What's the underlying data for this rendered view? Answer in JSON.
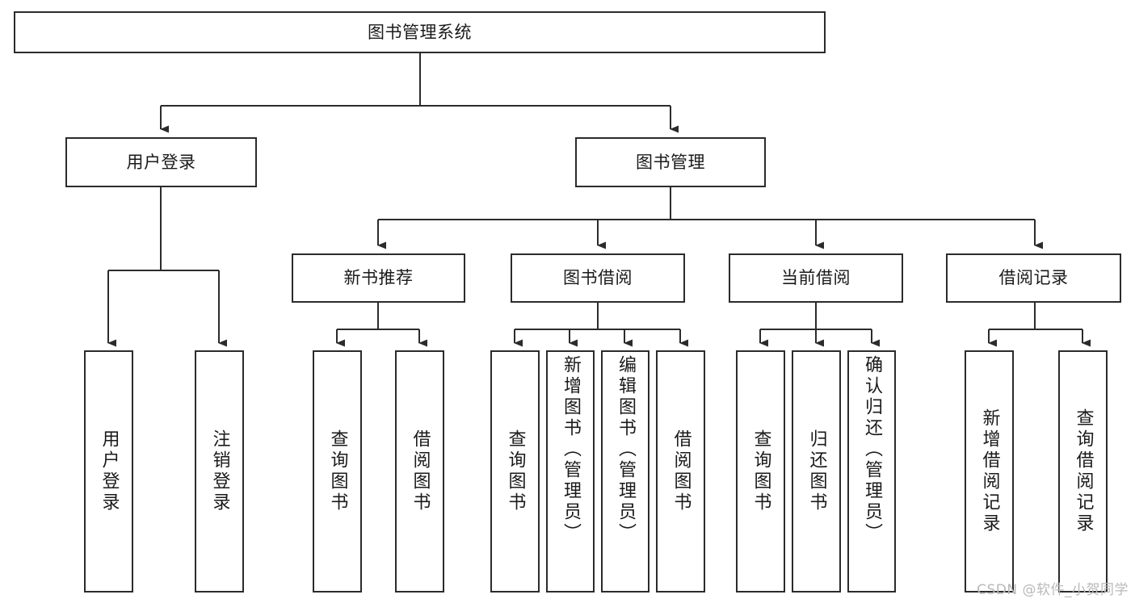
{
  "diagram": {
    "title": "图书管理系统",
    "type": "hierarchy-tree",
    "colors": {
      "box_border": "#2b2b2b",
      "box_fill": "#ffffff",
      "edge": "#2b2b2b",
      "background": "#ffffff",
      "watermark": "#b9b9b9"
    },
    "levels": [
      {
        "level": 0,
        "nodes": [
          {
            "id": "root",
            "label": "图书管理系统",
            "orientation": "horizontal"
          }
        ]
      },
      {
        "level": 1,
        "nodes": [
          {
            "id": "user-login",
            "label": "用户登录",
            "orientation": "horizontal",
            "parent": "root"
          },
          {
            "id": "book-manage",
            "label": "图书管理",
            "orientation": "horizontal",
            "parent": "root"
          }
        ]
      },
      {
        "level": 2,
        "nodes": [
          {
            "id": "new-book-rec",
            "label": "新书推荐",
            "orientation": "horizontal",
            "parent": "book-manage"
          },
          {
            "id": "book-borrow",
            "label": "图书借阅",
            "orientation": "horizontal",
            "parent": "book-manage"
          },
          {
            "id": "current-borrow",
            "label": "当前借阅",
            "orientation": "horizontal",
            "parent": "book-manage"
          },
          {
            "id": "borrow-record",
            "label": "借阅记录",
            "orientation": "horizontal",
            "parent": "book-manage"
          }
        ]
      },
      {
        "level": 3,
        "nodes": [
          {
            "id": "leaf-user-login",
            "label": "用户登录",
            "orientation": "vertical",
            "parent": "user-login"
          },
          {
            "id": "leaf-logout",
            "label": "注销登录",
            "orientation": "vertical",
            "parent": "user-login"
          },
          {
            "id": "leaf-query-book-1",
            "label": "查询图书",
            "orientation": "vertical",
            "parent": "new-book-rec"
          },
          {
            "id": "leaf-borrow-book-1",
            "label": "借阅图书",
            "orientation": "vertical",
            "parent": "new-book-rec"
          },
          {
            "id": "leaf-query-book-2",
            "label": "查询图书",
            "orientation": "vertical",
            "parent": "book-borrow"
          },
          {
            "id": "leaf-add-book",
            "label": "新增图书（管理员）",
            "orientation": "vertical",
            "parent": "book-borrow"
          },
          {
            "id": "leaf-edit-book",
            "label": "编辑图书（管理员）",
            "orientation": "vertical",
            "parent": "book-borrow"
          },
          {
            "id": "leaf-borrow-book-2",
            "label": "借阅图书",
            "orientation": "vertical",
            "parent": "book-borrow"
          },
          {
            "id": "leaf-query-book-3",
            "label": "查询图书",
            "orientation": "vertical",
            "parent": "current-borrow"
          },
          {
            "id": "leaf-return-book",
            "label": "归还图书",
            "orientation": "vertical",
            "parent": "current-borrow"
          },
          {
            "id": "leaf-confirm-return",
            "label": "确认归还（管理员）",
            "orientation": "vertical",
            "parent": "current-borrow"
          },
          {
            "id": "leaf-add-record",
            "label": "新增借阅记录",
            "orientation": "vertical",
            "parent": "borrow-record"
          },
          {
            "id": "leaf-query-record",
            "label": "查询借阅记录",
            "orientation": "vertical",
            "parent": "borrow-record"
          }
        ]
      }
    ]
  },
  "watermark": {
    "text": "CSDN @软件_小贺同学"
  }
}
